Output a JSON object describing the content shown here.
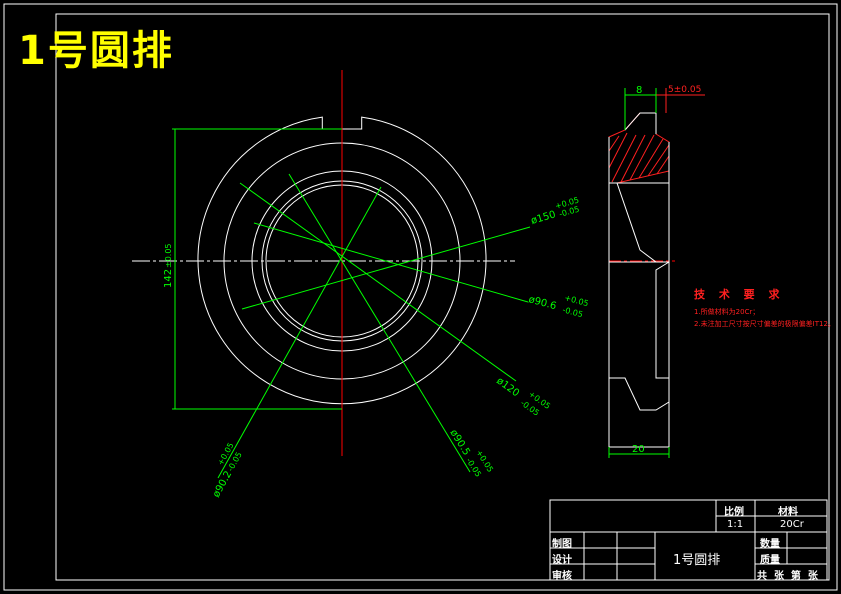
{
  "drawing_title": "1号圆排",
  "dimensions": {
    "d150": "ø150",
    "d150_tol_upper": "+0.05",
    "d150_tol_lower": "-0.05",
    "d90_6": "ø90.6",
    "d90_6_tol_upper": "+0.05",
    "d90_6_tol_lower": "-0.05",
    "d120": "ø120",
    "d120_tol_upper": "+0.05",
    "d120_tol_lower": "-0.05",
    "d90_5": "ø90.5",
    "d90_5_tol_upper": "+0.05",
    "d90_5_tol_lower": "-0.05",
    "d90_2": "ø90.2",
    "d90_2_tol_upper": "+0.05",
    "d90_2_tol_lower": "-0.05",
    "h142": "142",
    "h142_tol": "±0.05",
    "w8": "8",
    "w5": "5±0.05",
    "w20": "20"
  },
  "tech_requirements": {
    "title": "技 术 要 求",
    "lines": [
      "1.所做材料为20Cr；",
      "2.未注加工尺寸按尺寸偏差的极限偏差IT12。"
    ]
  },
  "title_block": {
    "scale_label": "比例",
    "scale_value": "1:1",
    "material_label": "材料",
    "material_value": "20Cr",
    "drawn_label": "制图",
    "design_label": "设计",
    "review_label": "审核",
    "part_name": "1号圆排",
    "quantity_label": "数量",
    "mass_label": "质量",
    "sheet_text": "共  张  第  张"
  },
  "colors": {
    "outline": "#ffffff",
    "dimension": "#00ff00",
    "centerline": "#ff0000",
    "hatch": "#ff2020",
    "title": "#ffff00"
  }
}
